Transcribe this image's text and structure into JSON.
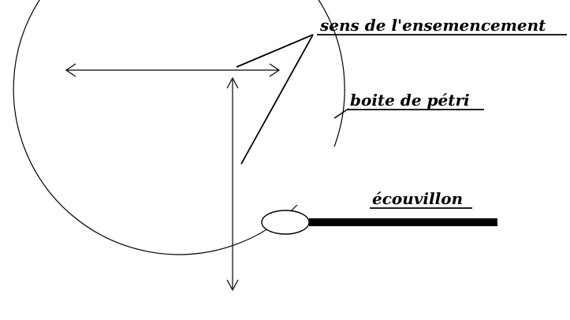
{
  "labels": {
    "direction": "sens de l'ensemencement",
    "dish": "boite de pétri",
    "swab": "écouvillon"
  },
  "colors": {
    "ink": "#000000",
    "background": "#ffffff"
  }
}
